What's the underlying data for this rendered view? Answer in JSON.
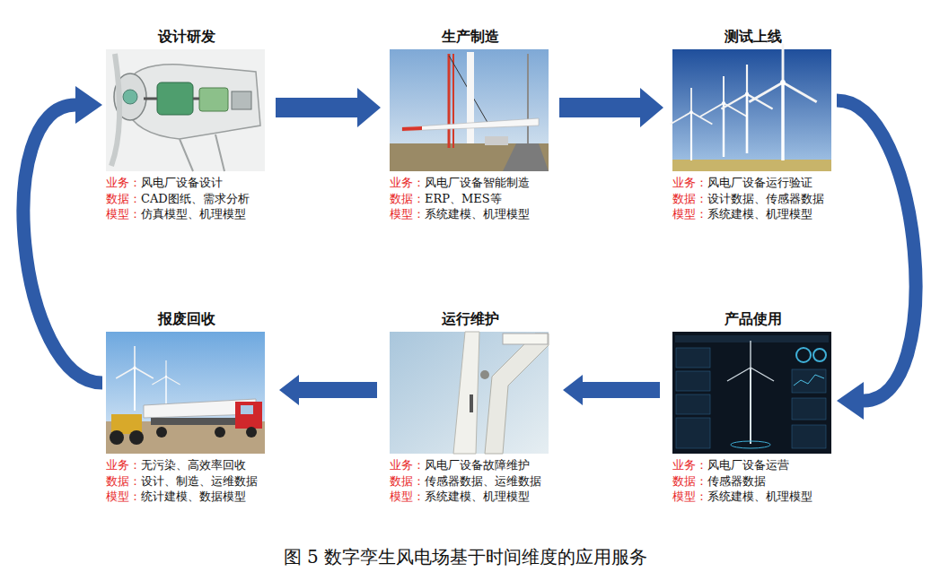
{
  "diagram": {
    "caption": "图 5 数字孪生风电场基于时间维度的应用服务",
    "nodes": [
      {
        "text": [
          "设计研发",
          "业务：",
          "风电厂设备设计",
          "数据：",
          "CAD图纸、需求分析",
          "模型：",
          "仿真模型、机理模型"
        ]
      },
      {
        "text": [
          "生产制造",
          "业务：",
          "风电厂设备智能制造",
          "数据：",
          "ERP、MES等",
          "模型：",
          "系统建模、机理模型"
        ]
      },
      {
        "text": [
          "测试上线",
          "业务：",
          "风电厂设备运行验证",
          "数据：",
          "设计数据、传感器数据",
          "模型：",
          "系统建模、机理模型"
        ]
      },
      {
        "text": [
          "报废回收",
          "业务：",
          "无污染、高效率回收",
          "数据：",
          "设计、制造、运维数据",
          "模型：",
          "统计建模、数据模型"
        ]
      },
      {
        "text": [
          "运行维护",
          "业务：",
          "风电厂设备故障维护",
          "数据：",
          "传感器数据、运维数据",
          "模型：",
          "系统建模、机理模型"
        ]
      },
      {
        "text": [
          "产品使用",
          "业务：",
          "风电厂设备运营",
          "数据：",
          "传感器数据",
          "模型：",
          "系统建模、机理模型"
        ]
      }
    ],
    "edges": [
      {
        "from": 0,
        "to": 1,
        "arrow": "to"
      },
      {
        "from": 1,
        "to": 2,
        "arrow": "to"
      },
      {
        "from": 2,
        "to": 5,
        "arrow": "to"
      },
      {
        "from": 5,
        "to": 4,
        "arrow": "to"
      },
      {
        "from": 4,
        "to": 3,
        "arrow": "to"
      },
      {
        "from": 3,
        "to": 0,
        "arrow": "to"
      }
    ]
  }
}
